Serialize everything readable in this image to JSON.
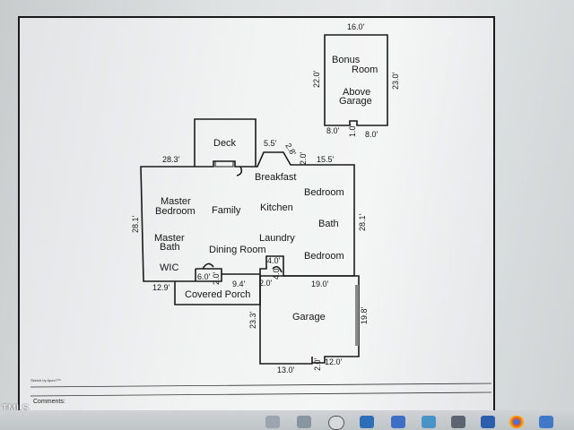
{
  "watermark": "TMLS",
  "footer": {
    "comments_label": "Comments:",
    "credit": "Sketch by Apex7™"
  },
  "rooms": {
    "deck": "Deck",
    "breakfast": "Breakfast",
    "bedroom_top": "Bedroom",
    "master_bedroom_1": "Master",
    "master_bedroom_2": "Bedroom",
    "family": "Family",
    "kitchen": "Kitchen",
    "bath": "Bath",
    "master_bath_1": "Master",
    "master_bath_2": "Bath",
    "laundry": "Laundry",
    "dining_room": "Dining Room",
    "bedroom_bottom": "Bedroom",
    "wic": "WIC",
    "covered_porch": "Covered Porch",
    "garage": "Garage",
    "bonus_1": "Bonus",
    "bonus_2": "Room",
    "above_1": "Above",
    "above_2": "Garage"
  },
  "dimensions": {
    "bonus_top": "16.0'",
    "bonus_left": "22.0'",
    "bonus_right": "23.0'",
    "bonus_bottom_left": "8.0'",
    "bonus_bottom_mid": "1.0'",
    "bonus_bottom_right": "8.0'",
    "main_top_left": "28.3'",
    "deck_right": "5.5'",
    "bay_diag": "2.8'",
    "bay_side": "2.0'",
    "main_top_right": "15.5'",
    "main_left": "28.1'",
    "main_right": "28.1'",
    "laundry_notch": "4.0'",
    "laundry_notch_side": "4.0'",
    "porch_left": "12.9'",
    "porch_step": "6.0'",
    "porch_step_side": "2.0'",
    "porch_right": "9.4'",
    "porch_notch": "2.0'",
    "garage_top": "19.0'",
    "garage_left": "23.3'",
    "garage_right": "19.8'",
    "garage_bottom_left": "13.0'",
    "garage_bottom_notch": "2.0'",
    "garage_bottom_right": "12.0'"
  }
}
